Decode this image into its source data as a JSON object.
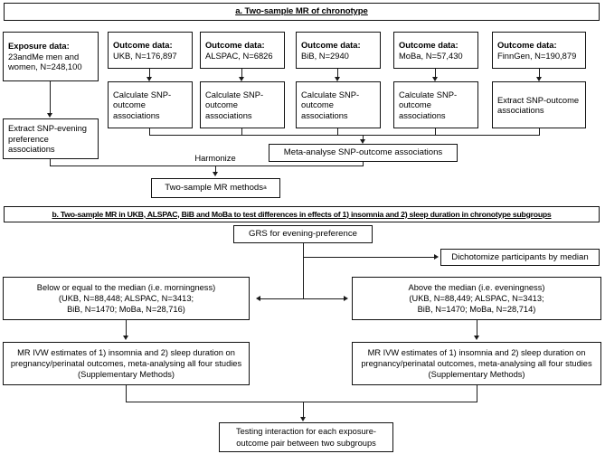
{
  "figure": {
    "panel_a": {
      "title": "a. Two-sample MR of chronotype",
      "exposure": {
        "header": "Exposure data:",
        "detail": "23andMe men and women, N=248,100"
      },
      "exposure_step": "Extract SNP-evening preference associations",
      "outcomes": [
        {
          "header": "Outcome data:",
          "detail": "UKB, N=176,897",
          "step": "Calculate SNP-outcome associations"
        },
        {
          "header": "Outcome data:",
          "detail": "ALSPAC, N=6826",
          "step": "Calculate SNP-outcome associations"
        },
        {
          "header": "Outcome data:",
          "detail": "BiB, N=2940",
          "step": "Calculate SNP-outcome associations"
        },
        {
          "header": "Outcome data:",
          "detail": "MoBa, N=57,430",
          "step": "Calculate SNP-outcome associations"
        },
        {
          "header": "Outcome data:",
          "detail": "FinnGen, N=190,879",
          "step": "Extract SNP-outcome associations"
        }
      ],
      "meta_analyse": "Meta-analyse SNP-outcome associations",
      "harmonize_label": "Harmonize",
      "mr_methods": "Two-sample MR methods",
      "mr_methods_footnote": "a"
    },
    "panel_b": {
      "title": "b. Two-sample MR in UKB, ALSPAC, BiB and MoBa to test differences in effects of 1) insomnia and 2) sleep duration in chronotype subgroups",
      "grs": "GRS for evening-preference",
      "dichotomize": "Dichotomize participants by median",
      "subgroup_left": "Below or equal to the median (i.e. morningness)\n(UKB, N=88,448; ALSPAC, N=3413;\nBiB, N=1470; MoBa, N=28,716)",
      "subgroup_right": "Above the median (i.e. eveningness)\n(UKB, N=88,449; ALSPAC, N=3413;\nBiB, N=1470; MoBa, N=28,714)",
      "ivw_left": "MR IVW estimates of 1) insomnia and 2) sleep duration on pregnancy/perinatal outcomes, meta-analysing all four studies (Supplementary Methods)",
      "ivw_right": "MR IVW estimates of 1) insomnia and 2) sleep duration on pregnancy/perinatal outcomes, meta-analysing all four studies (Supplementary Methods)",
      "interaction": "Testing interaction for each exposure-outcome pair between two subgroups"
    }
  },
  "colors": {
    "line": "#1a1a1a",
    "border": "#111111",
    "background": "#ffffff"
  }
}
